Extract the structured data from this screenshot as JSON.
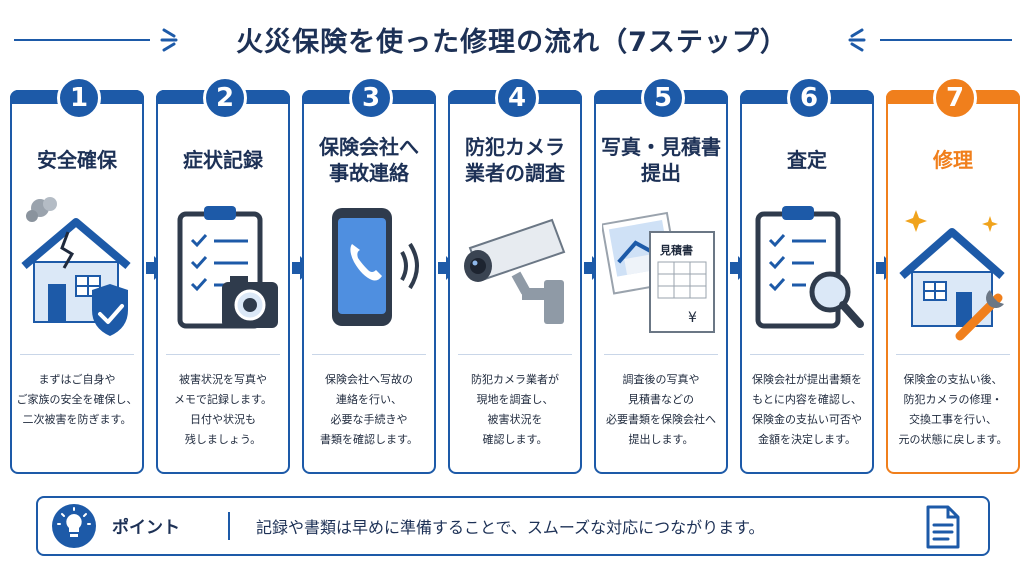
{
  "title": "火災保険を使った修理の流れ（7ステップ）",
  "colors": {
    "primary": "#1d5aa8",
    "accent": "#f07f1c",
    "text": "#1d3156",
    "light": "#dbe8f7"
  },
  "steps": [
    {
      "number": "1",
      "heading": [
        "安全確保"
      ],
      "icon": "damaged-house-shield-icon",
      "desc": [
        "まずはご自身や",
        "ご家族の安全を確保し、",
        "二次被害を防ぎます。"
      ]
    },
    {
      "number": "2",
      "heading": [
        "症状記録"
      ],
      "icon": "clipboard-camera-icon",
      "desc": [
        "被害状況を写真や",
        "メモで記録します。",
        "日付や状況も",
        "残しましょう。"
      ]
    },
    {
      "number": "3",
      "heading": [
        "保険会社へ",
        "事故連絡"
      ],
      "icon": "smartphone-call-icon",
      "desc": [
        "保険会社へ写故の",
        "連絡を行い、",
        "必要な手続きや",
        "書類を確認します。"
      ]
    },
    {
      "number": "4",
      "heading": [
        "防犯カメラ",
        "業者の調査"
      ],
      "icon": "security-camera-icon",
      "desc": [
        "防犯カメラ業者が",
        "現地を調査し、",
        "被害状況を",
        "確認します。"
      ]
    },
    {
      "number": "5",
      "heading": [
        "写真・見積書",
        "提出"
      ],
      "icon": "photo-estimate-icon",
      "estimate_label": "見積書",
      "yen": "¥",
      "desc": [
        "調査後の写真や",
        "見積書などの",
        "必要書類を保険会社へ",
        "提出します。"
      ]
    },
    {
      "number": "6",
      "heading": [
        "査定"
      ],
      "icon": "clipboard-magnifier-icon",
      "desc": [
        "保険会社が提出書類を",
        "もとに内容を確認し、",
        "保険金の支払い可否や",
        "金額を決定します。"
      ]
    },
    {
      "number": "7",
      "heading": [
        "修理"
      ],
      "icon": "house-wrench-icon",
      "desc": [
        "保険金の支払い後、",
        "防犯カメラの修理・",
        "交換工事を行い、",
        "元の状態に戻します。"
      ]
    }
  ],
  "point": {
    "label": "ポイント",
    "text": "記録や書類は早めに準備することで、スムーズな対応につながります。",
    "icon": "lightbulb-icon",
    "doc_icon": "document-icon"
  }
}
